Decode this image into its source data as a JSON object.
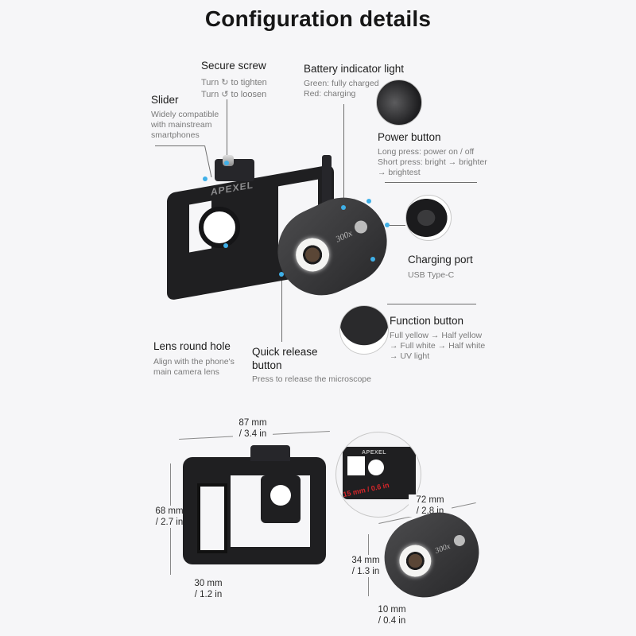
{
  "page": {
    "title": "Configuration details"
  },
  "callouts": {
    "secure_screw": {
      "title": "Secure screw",
      "line1": "Turn ↻ to tighten",
      "line2": "Turn ↺ to loosen"
    },
    "slider": {
      "title": "Slider",
      "lines": [
        "Widely compatible",
        "with mainstream",
        "smartphones"
      ]
    },
    "battery_indicator": {
      "title": "Battery indicator light",
      "lines": [
        "Green: fully charged",
        "Red: charging"
      ]
    },
    "power_button": {
      "title": "Power button",
      "lines": [
        "Long press: power on / off",
        "Short press: bright → brighter",
        "→ brightest"
      ]
    },
    "charging_port": {
      "title": "Charging port",
      "lines": [
        "USB Type-C"
      ]
    },
    "function_button": {
      "title": "Function button",
      "lines": [
        "Full yellow → Half yellow",
        "→ Full white → Half white",
        "→ UV light"
      ]
    },
    "lens_round_hole": {
      "title": "Lens round hole",
      "lines": [
        "Align with the phone's",
        "main camera lens"
      ]
    },
    "quick_release": {
      "title_line1": "Quick release",
      "title_line2": "button",
      "lines": [
        "Press to release the microscope"
      ]
    }
  },
  "product": {
    "brand": "APEXEL",
    "magnification": "300x"
  },
  "dimensions": {
    "clip_width": {
      "mm": "87 mm",
      "in": "/ 3.4 in"
    },
    "clip_height": {
      "mm": "68 mm",
      "in": "/ 2.7 in"
    },
    "clip_depth": {
      "mm": "30 mm",
      "in": "/ 1.2 in"
    },
    "lens_hole": {
      "label": "15 mm / 0.6 in"
    },
    "scope_width": {
      "mm": "72 mm",
      "in": "/ 2.8 in"
    },
    "scope_height": {
      "mm": "34 mm",
      "in": "/ 1.3 in"
    },
    "scope_thickness": {
      "mm": "10 mm",
      "in": "/ 0.4 in"
    }
  },
  "colors": {
    "background": "#f6f6f8",
    "callout_dot": "#3fb0e8",
    "dimension_highlight": "#d8262a",
    "device_body": "#1f1f21"
  }
}
